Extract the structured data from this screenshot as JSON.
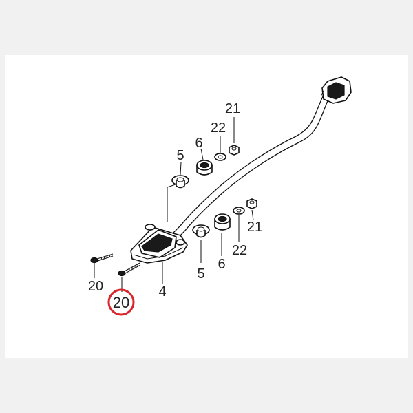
{
  "callouts": {
    "c21_top": "21",
    "c22_top": "22",
    "c6_top": "6",
    "c5_top": "5",
    "c21_right": "21",
    "c22_right": "22",
    "c6_bottom": "6",
    "c5_bottom": "5",
    "c4": "4",
    "c20_left": "20",
    "c20_highlight": "20"
  },
  "colors": {
    "highlight": "#d8262c",
    "ink": "#111111",
    "background": "#ffffff",
    "page": "#f1f1f1"
  }
}
